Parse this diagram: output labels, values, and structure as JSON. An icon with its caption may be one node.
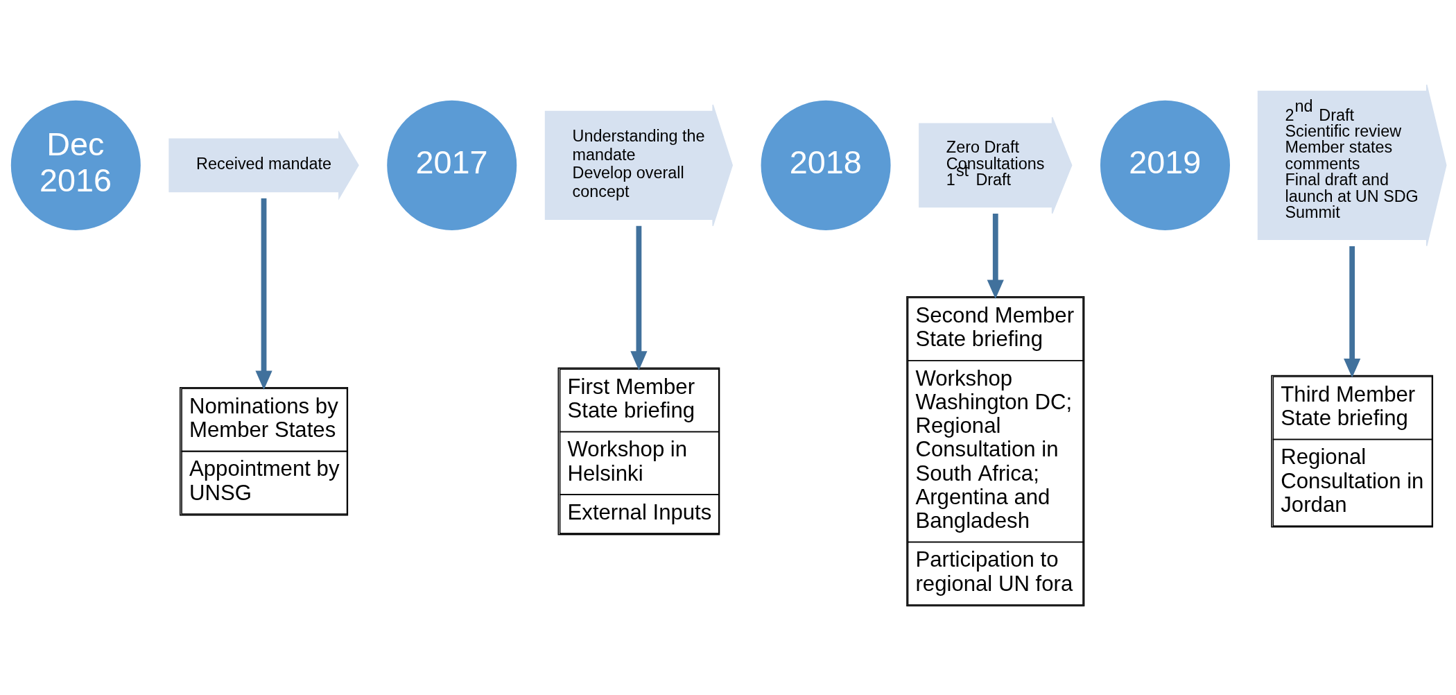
{
  "diagram": {
    "nodes": [
      {
        "text": [
          "Dec 2016"
        ]
      },
      {
        "text": [
          "Received mandate"
        ]
      },
      {
        "text": [
          "Nominations by Member States",
          "Appointment by UNSG"
        ]
      },
      {
        "text": [
          "2017"
        ]
      },
      {
        "text": [
          "Understanding the mandate",
          "Develop overall concept"
        ]
      },
      {
        "text": [
          "First Member State briefing",
          "Workshop in Helsinki",
          "External Inputs"
        ]
      },
      {
        "text": [
          "2018"
        ]
      },
      {
        "text": [
          "Zero Draft",
          "Consultations",
          "1$^{st}$ Draft"
        ]
      },
      {
        "text": [
          "Second Member State briefing",
          "Workshop Washington DC; Regional Consultation in South Africa; Argentina and Bangladesh",
          "Participation to regional UN fora"
        ]
      },
      {
        "text": [
          "2019"
        ]
      },
      {
        "text": [
          "2$^{nd}$ Draft",
          "Scientific review",
          "Member states comments",
          "Final draft and launch at UN SDG Summit"
        ]
      },
      {
        "text": [
          "Third Member State briefing",
          "Regional Consultation in Jordan"
        ]
      }
    ],
    "edges": [
      {
        "from": 1,
        "to": 2,
        "arrow": "to"
      },
      {
        "from": 4,
        "to": 5,
        "arrow": "to"
      },
      {
        "from": 7,
        "to": 8,
        "arrow": "to"
      },
      {
        "from": 10,
        "to": 11,
        "arrow": "to"
      }
    ]
  }
}
